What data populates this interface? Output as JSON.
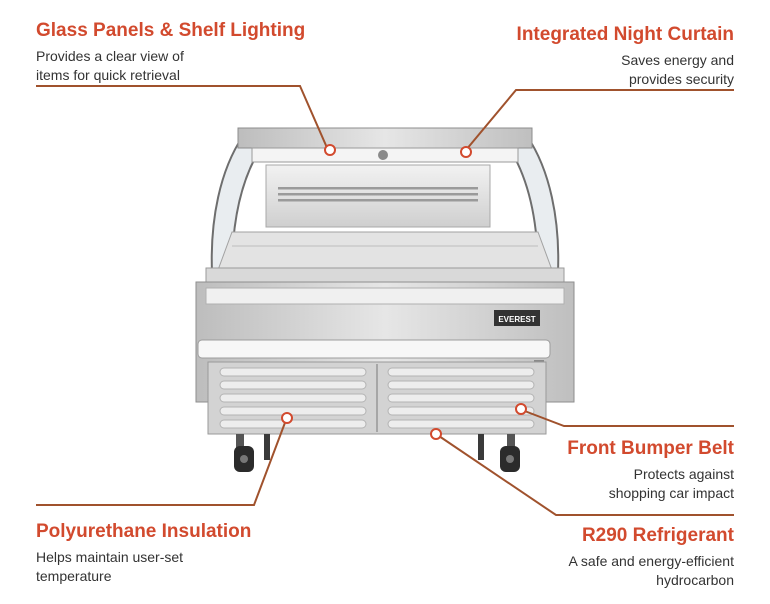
{
  "callouts": {
    "glass": {
      "title": "Glass Panels & Shelf Lighting",
      "desc": [
        "Provides a clear view of",
        "items for quick retrieval"
      ]
    },
    "curtain": {
      "title": "Integrated Night Curtain",
      "desc": [
        "Saves energy and",
        "provides security"
      ]
    },
    "bumper": {
      "title": "Front Bumper Belt",
      "desc": [
        "Protects against",
        "shopping car impact"
      ]
    },
    "insulation": {
      "title": "Polyurethane Insulation",
      "desc": [
        "Helps maintain user-set",
        "temperature"
      ]
    },
    "refrigerant": {
      "title": "R290 Refrigerant",
      "desc": [
        "A safe and energy-efficient",
        "hydrocarbon"
      ]
    }
  },
  "brand": {
    "logo_text": "EVEREST"
  },
  "colors": {
    "accent": "#d24a2e",
    "leader": "#a0522d",
    "text": "#333333",
    "steel": "#d7d7d7"
  }
}
